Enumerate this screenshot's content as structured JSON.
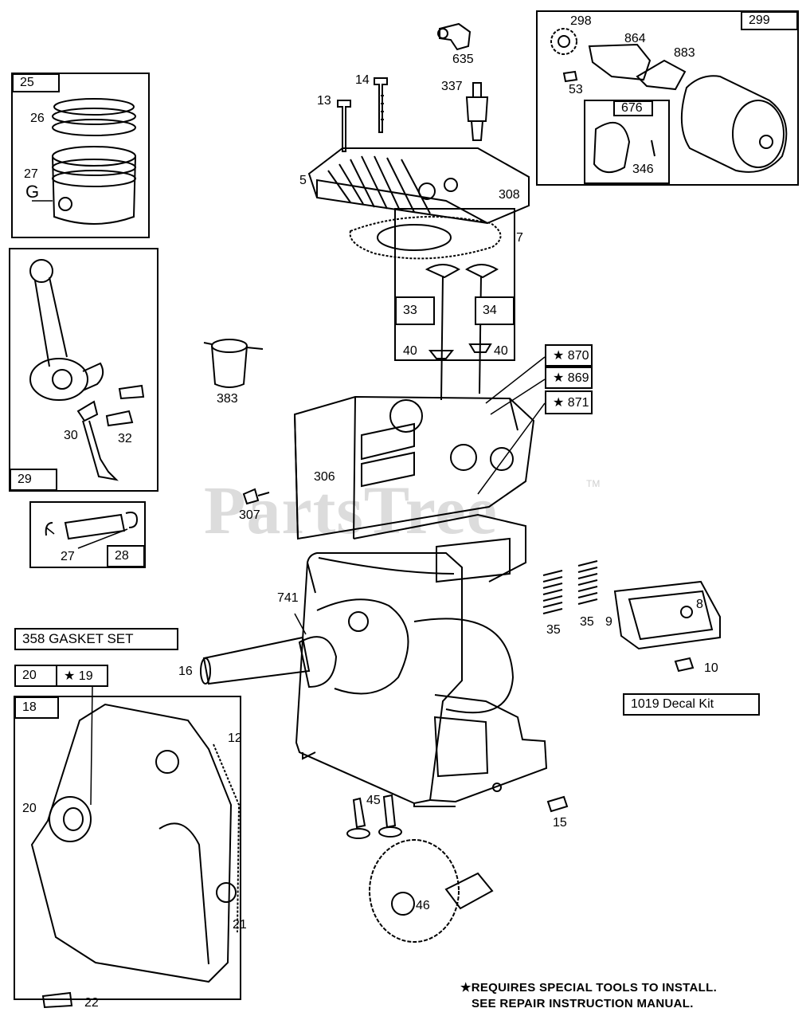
{
  "watermark": {
    "brand": "PartsTree",
    "trademark": "TM"
  },
  "boxes": {
    "piston": "25",
    "rod": "29",
    "pin": "28",
    "starter": "299",
    "starter_sub": "676",
    "valve_left": "33",
    "valve_right": "34",
    "gasket_set": "358 GASKET SET",
    "box20": "20",
    "box19": "★ 19",
    "box18": "18",
    "decal": "1019 Decal Kit",
    "s870": "★ 870",
    "s869": "★ 869",
    "s871": "★ 871"
  },
  "labels": {
    "l635": "635",
    "l298": "298",
    "l864": "864",
    "l883": "883",
    "l53": "53",
    "l346": "346",
    "l14": "14",
    "l13": "13",
    "l337": "337",
    "l5": "5",
    "l308": "308",
    "l7": "7",
    "l26": "26",
    "l27a": "27",
    "l27g": "G",
    "l30": "30",
    "l32": "32",
    "l27b": "27",
    "l40a": "40",
    "l40b": "40",
    "l383": "383",
    "l306": "306",
    "l307": "307",
    "l741": "741",
    "l16": "16",
    "l35a": "35",
    "l35b": "35",
    "l9": "9",
    "l8": "8",
    "l10": "10",
    "l12": "12",
    "l20": "20",
    "l21": "21",
    "l22": "22",
    "l45": "45",
    "l15": "15",
    "l46": "46"
  },
  "footnote": {
    "line1": "★REQUIRES SPECIAL TOOLS TO INSTALL.",
    "line2": "SEE REPAIR INSTRUCTION MANUAL."
  }
}
